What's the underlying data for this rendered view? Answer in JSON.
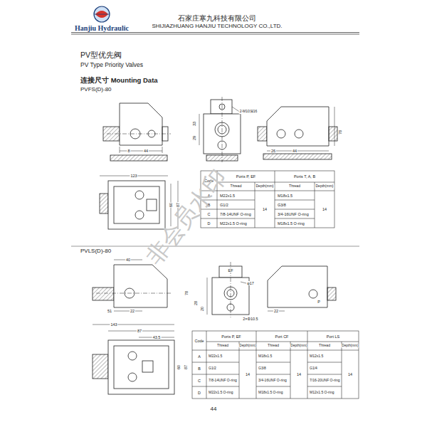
{
  "diagram": {
    "title": "PV型优先阀",
    "labels": [
      "Hanjiu Hydraulic",
      "石家庄寒九科技有限公司",
      "SHIJIAZHUANG HANJIU TECHNOLOGY CO.,LTD.",
      "PV Type  Priority Valves",
      "连接尺寸 Mounting Data",
      "PVFS(D)-80",
      "8",
      "44",
      "33",
      "29",
      "2-M10深16",
      "78",
      "26",
      "44",
      "123",
      "60",
      "87",
      "Code",
      "Ports P, EF",
      "Ports T, A, B",
      "Thread",
      "Depth(mm)",
      "Thread",
      "Depth(mm)",
      "A",
      "M22x1.5",
      "M18x1.5",
      "B",
      "G1/2",
      "G3/8",
      "C",
      "7/8-14UNF O-ring",
      "3/4-16UNF O-ring",
      "D",
      "M22x1.5 O-ring",
      "M18x1.5 O-ring",
      "14",
      "14",
      "非会员水印",
      "PVLS(D)-80",
      "40",
      "51",
      "22",
      "EF",
      "φ17",
      "78",
      "28",
      "20",
      "2×Φ10.5",
      "P",
      "22",
      "143",
      "87",
      "43.5",
      "60",
      "87",
      "Code",
      "Ports P, EF",
      "Port CF",
      "Port LS",
      "Thread",
      "Depth(mm)",
      "Thread",
      "Depth(mm)",
      "Thread",
      "Depth(mm)",
      "A",
      "M22x1.5",
      "M18x1.5",
      "M12x1.5",
      "B",
      "G1/2",
      "G3/8",
      "G1/4",
      "C",
      "7/8-14UNF O-ring",
      "3/4-16UNF O-ring",
      "7/16-20UNF O-ring",
      "D",
      "M22x1.5 O-ring",
      "M18x1.5 O-ring",
      "M12x1.5 O-ring",
      "14",
      "14",
      "14",
      "44"
    ]
  }
}
